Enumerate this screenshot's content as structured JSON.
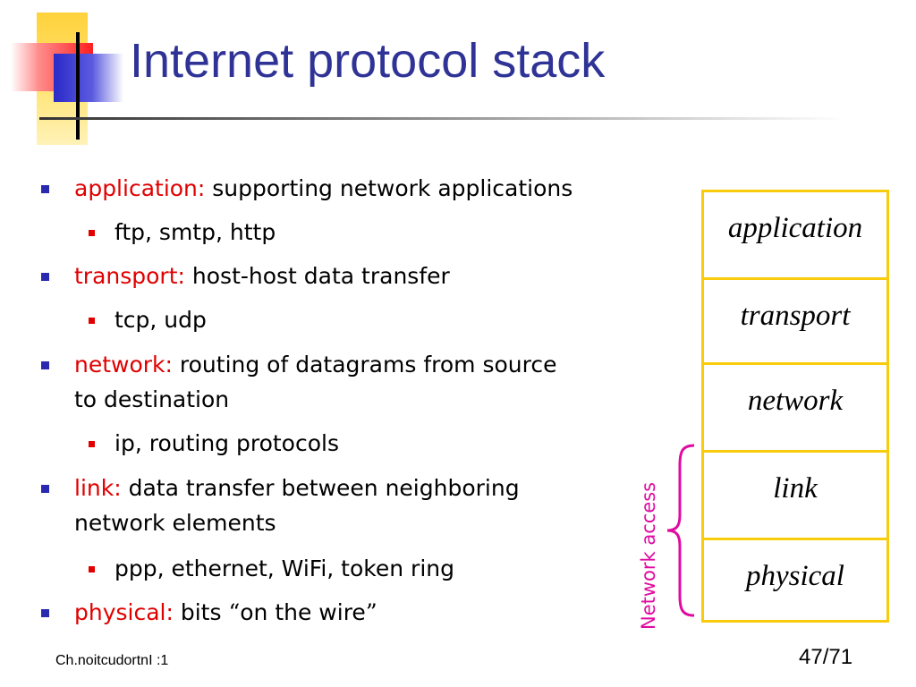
{
  "title": "Internet protocol stack",
  "bullets": [
    {
      "term": "application:",
      "text": " supporting network applications"
    },
    {
      "text": "ftp, smtp, http"
    },
    {
      "term": "transport:",
      "text": " host-host data transfer"
    },
    {
      "text": "tcp, udp"
    },
    {
      "term": "network:",
      "text": " routing of datagrams from source"
    },
    {
      "text": "to destination"
    },
    {
      "text": "ip, routing protocols"
    },
    {
      "term": "link:",
      "text": " data transfer between neighboring"
    },
    {
      "text": "network elements"
    },
    {
      "text": "ppp, ethernet, WiFi, token ring"
    },
    {
      "term": "physical:",
      "text": " bits ",
      "quote_open": "“",
      "quoted": "on the wire",
      "quote_close": "”"
    }
  ],
  "stack_layers": [
    "application",
    "transport",
    "network",
    "link",
    "physical"
  ],
  "network_access_label": "Network access",
  "footer_left": "Ch.noitcudortnI :1",
  "page_number": "47/71",
  "colors": {
    "title": "#2f3396",
    "term": "#e00000",
    "stack_border": "#f8cc0c",
    "network_access": "#e00aa0"
  }
}
